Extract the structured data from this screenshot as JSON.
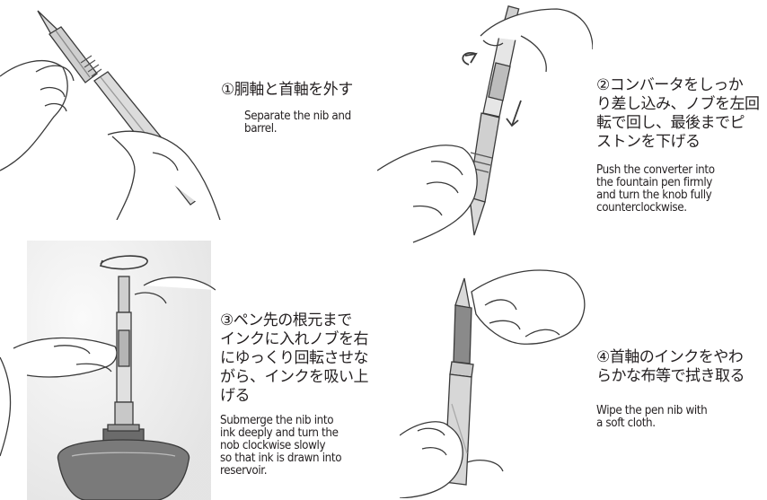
{
  "steps": [
    {
      "jp": "①胴軸と首軸を外す",
      "en": "Separate the nib and\nbarrel.",
      "illustration": "hands-separating-pen"
    },
    {
      "jp": "②コンバータをしっか\nり差し込み、ノブを左回\n転で回し、最後までピ\nストンを下げる",
      "en": "Push the converter into\nthe fountain pen firmly\nand turn the knob fully\ncounterclockwise.",
      "illustration": "hands-inserting-converter"
    },
    {
      "jp": "③ペン先の根元まで\nインクに入れノブを右\nにゆっくり回転させな\nがら、インクを吸い上\nげる",
      "en": "Submerge the nib into\nink deeply and turn the\nnob clockwise slowly\nso that ink is drawn into\nreservoir.",
      "illustration": "filling-from-ink-bottle"
    },
    {
      "jp": "④首軸のインクをやわ\nらかな布等で拭き取る",
      "en": "Wipe the pen nib with\na soft cloth.",
      "illustration": "wiping-nib-with-cloth"
    }
  ]
}
